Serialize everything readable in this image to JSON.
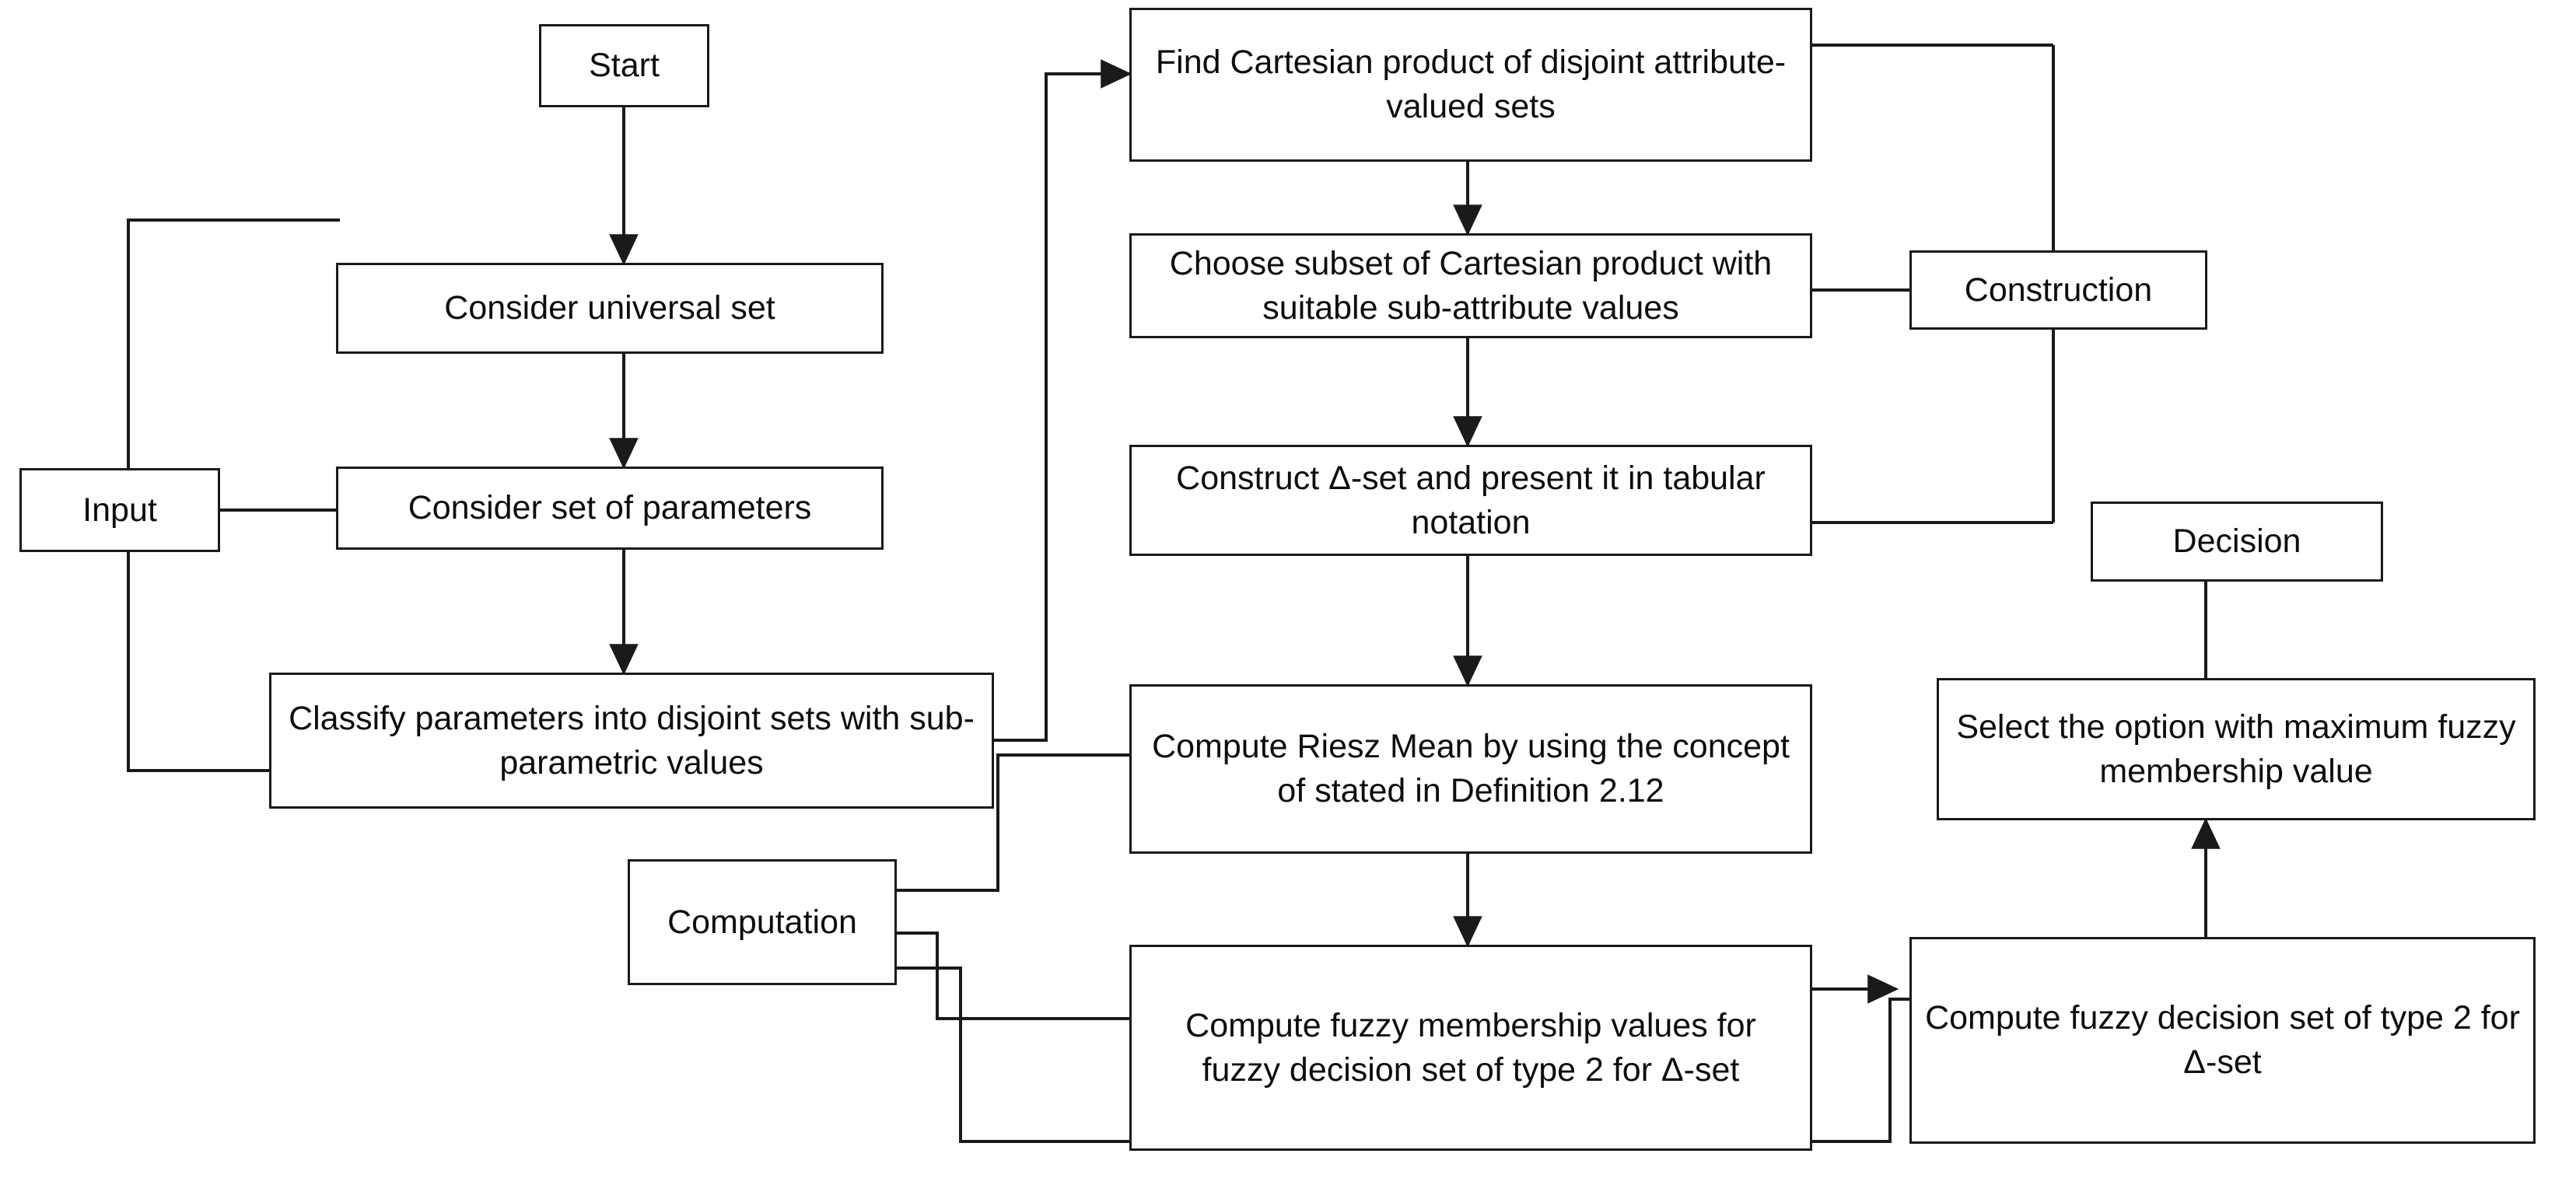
{
  "diagram": {
    "title": "Algorithm flowchart for fuzzy decision set of type 2 for Delta-set",
    "stroke_color": "#1a1a1a",
    "text_color": "#0d0d0d",
    "background_color": "#ffffff"
  },
  "nodes": {
    "start": {
      "label": "Start"
    },
    "input": {
      "label": "Input"
    },
    "consider_universal_set": {
      "label": "Consider universal set"
    },
    "consider_set_of_parameters": {
      "label": "Consider set of parameters"
    },
    "classify_parameters": {
      "label": "Classify parameters into disjoint sets with sub-parametric values"
    },
    "find_cartesian_product": {
      "label": "Find Cartesian product of disjoint attribute-valued sets"
    },
    "choose_subset": {
      "label": "Choose subset of Cartesian product with suitable sub-attribute values"
    },
    "construct_delta_set": {
      "label": "Construct Δ-set and present it in tabular notation"
    },
    "construction": {
      "label": "Construction"
    },
    "compute_riesz_mean": {
      "label": "Compute Riesz Mean by using the concept of stated in Definition 2.12"
    },
    "computation": {
      "label": "Computation"
    },
    "compute_fuzzy_membership": {
      "label": "Compute fuzzy membership values for fuzzy decision set of type 2 for Δ-set"
    },
    "decision": {
      "label": "Decision"
    },
    "compute_fuzzy_decision_set": {
      "label": "Compute fuzzy decision set of type 2 for Δ-set"
    },
    "select_option": {
      "label": "Select the option with maximum fuzzy membership value"
    }
  },
  "edges": [
    {
      "from": "start",
      "to": "consider_universal_set",
      "arrow": true
    },
    {
      "from": "consider_universal_set",
      "to": "consider_set_of_parameters",
      "arrow": true
    },
    {
      "from": "consider_set_of_parameters",
      "to": "classify_parameters",
      "arrow": true
    },
    {
      "from": "input",
      "to": "consider_universal_set",
      "arrow": false
    },
    {
      "from": "input",
      "to": "consider_set_of_parameters",
      "arrow": false
    },
    {
      "from": "input",
      "to": "classify_parameters",
      "arrow": false
    },
    {
      "from": "classify_parameters",
      "to": "find_cartesian_product",
      "arrow": true
    },
    {
      "from": "find_cartesian_product",
      "to": "choose_subset",
      "arrow": true
    },
    {
      "from": "choose_subset",
      "to": "construct_delta_set",
      "arrow": true
    },
    {
      "from": "construct_delta_set",
      "to": "compute_riesz_mean",
      "arrow": true
    },
    {
      "from": "find_cartesian_product",
      "to": "construction",
      "arrow": false
    },
    {
      "from": "choose_subset",
      "to": "construction",
      "arrow": false
    },
    {
      "from": "construct_delta_set",
      "to": "construction",
      "arrow": false
    },
    {
      "from": "compute_riesz_mean",
      "to": "compute_fuzzy_membership",
      "arrow": true
    },
    {
      "from": "computation",
      "to": "compute_riesz_mean",
      "arrow": false
    },
    {
      "from": "computation",
      "to": "compute_fuzzy_membership",
      "arrow": false
    },
    {
      "from": "computation",
      "to": "compute_fuzzy_decision_set",
      "arrow": false
    },
    {
      "from": "compute_fuzzy_membership",
      "to": "compute_fuzzy_decision_set",
      "arrow": true
    },
    {
      "from": "compute_fuzzy_decision_set",
      "to": "select_option",
      "arrow": true
    },
    {
      "from": "decision",
      "to": "select_option",
      "arrow": false
    }
  ]
}
